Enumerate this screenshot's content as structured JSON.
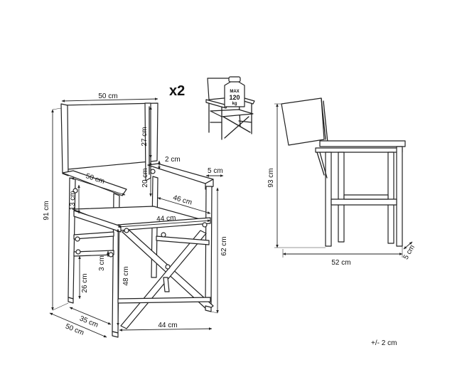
{
  "quantity_label": "x2",
  "weight_badge": {
    "max": "MAX",
    "value": "120",
    "unit": "kg"
  },
  "tolerance": "+/- 2 cm",
  "dimensions": {
    "back_width": "50 cm",
    "back_height": "27 cm",
    "back_gap": "2 cm",
    "arm_width": "5 cm",
    "arm_length": "50 cm",
    "back_to_arm": "20 cm",
    "arm_to_seat": "13 cm",
    "seat_depth": "46 cm",
    "seat_width": "44 cm",
    "total_height": "91 cm",
    "arm_height": "62 cm",
    "seat_height": "48 cm",
    "rung_height": "26 cm",
    "rung_size": "3 cm",
    "foot_depth": "35 cm",
    "base_depth": "50 cm",
    "base_width": "44 cm",
    "side_height": "93 cm",
    "side_depth": "52 cm",
    "side_leg": "5 cm"
  },
  "colors": {
    "line": "#222222",
    "background": "#ffffff"
  }
}
